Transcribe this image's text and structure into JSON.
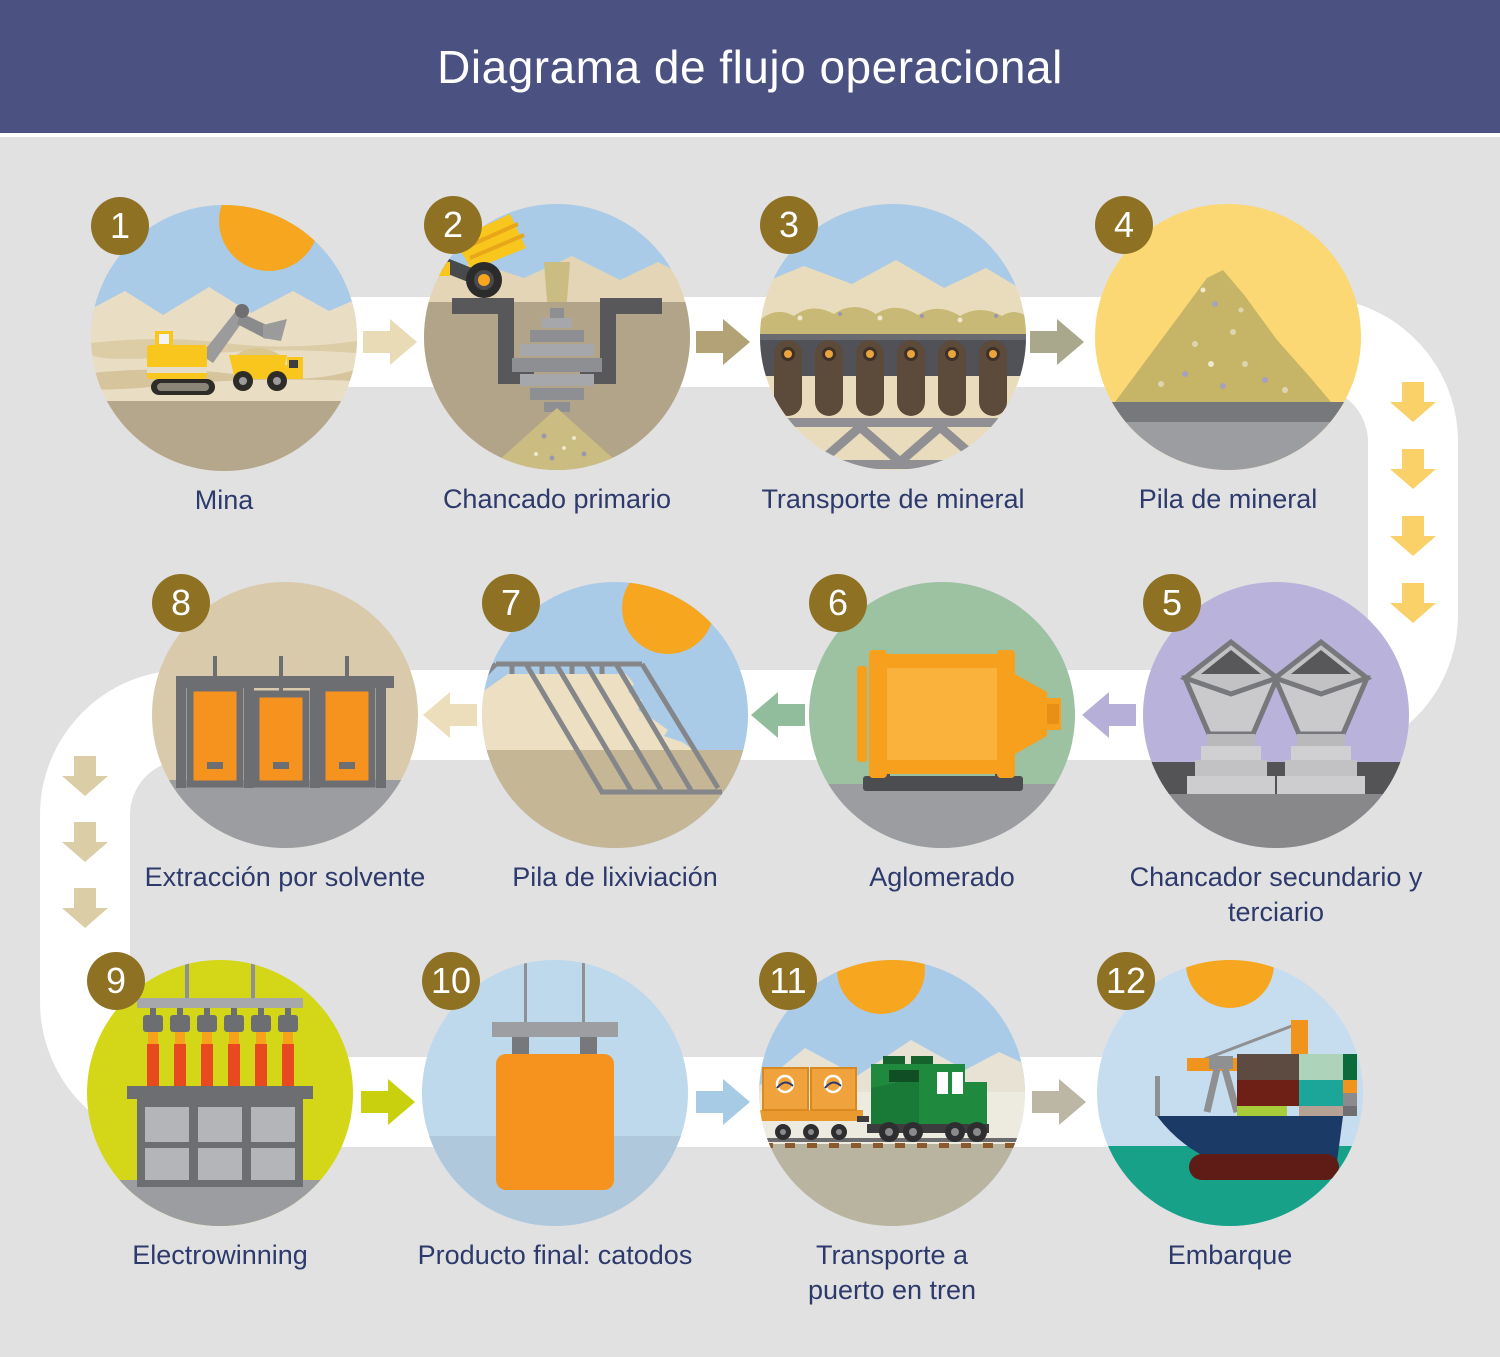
{
  "header": {
    "title": "Diagrama de flujo operacional",
    "bg_color": "#4b5181",
    "text_color": "#ffffff"
  },
  "canvas": {
    "background": "#e1e1e2",
    "flow_band_color": "#ffffff",
    "badge_color": "#8e7123",
    "label_color": "#2d3a6b"
  },
  "steps": [
    {
      "number": "1",
      "label": "Mina",
      "icon": "mine-excavator-dump-truck-icon",
      "theme_color": "#e9ddc3"
    },
    {
      "number": "2",
      "label": "Chancado primario",
      "icon": "primary-crusher-icon",
      "theme_color": "#e3d5b5"
    },
    {
      "number": "3",
      "label": "Transporte de mineral",
      "icon": "conveyor-belt-icon",
      "theme_color": "#e9dcbc"
    },
    {
      "number": "4",
      "label": "Pila de mineral",
      "icon": "ore-stockpile-icon",
      "theme_color": "#fbd873"
    },
    {
      "number": "5",
      "label": "Chancador secundario y\nterciario",
      "icon": "secondary-crusher-icon",
      "theme_color": "#b9b2da"
    },
    {
      "number": "6",
      "label": "Aglomerado",
      "icon": "agglomeration-drum-icon",
      "theme_color": "#9cc2a2"
    },
    {
      "number": "7",
      "label": "Pila de lixiviación",
      "icon": "leach-pile-icon",
      "theme_color": "#a9cbe8"
    },
    {
      "number": "8",
      "label": "Extracción por solvente",
      "icon": "solvent-extraction-tanks-icon",
      "theme_color": "#d8caab"
    },
    {
      "number": "9",
      "label": "Electrowinning",
      "icon": "electrowinning-cells-icon",
      "theme_color": "#d4d618"
    },
    {
      "number": "10",
      "label": "Producto final: catodos",
      "icon": "copper-cathode-icon",
      "theme_color": "#bed8ec"
    },
    {
      "number": "11",
      "label": "Transporte a\npuerto en tren",
      "icon": "freight-train-icon",
      "theme_color": "#a9cbe8"
    },
    {
      "number": "12",
      "label": "Embarque",
      "icon": "cargo-ship-icon",
      "theme_color": "#c6ddef"
    }
  ],
  "arrows": [
    {
      "from": "1",
      "to": "2",
      "direction": "right",
      "color": "#e8dbb6"
    },
    {
      "from": "2",
      "to": "3",
      "direction": "right",
      "color": "#b2a276"
    },
    {
      "from": "3",
      "to": "4",
      "direction": "right",
      "color": "#a9a88d"
    },
    {
      "from": "4",
      "to": "5",
      "direction": "down",
      "color": "#fad168"
    },
    {
      "from": "4",
      "to": "5",
      "direction": "down",
      "color": "#fad168"
    },
    {
      "from": "4",
      "to": "5",
      "direction": "down",
      "color": "#fad168"
    },
    {
      "from": "4",
      "to": "5",
      "direction": "down",
      "color": "#fad168"
    },
    {
      "from": "5",
      "to": "6",
      "direction": "left",
      "color": "#b6b0d8"
    },
    {
      "from": "6",
      "to": "7",
      "direction": "left",
      "color": "#92bd9c"
    },
    {
      "from": "7",
      "to": "8",
      "direction": "left",
      "color": "#ecddbb"
    },
    {
      "from": "8",
      "to": "9",
      "direction": "down",
      "color": "#dbcda5"
    },
    {
      "from": "8",
      "to": "9",
      "direction": "down",
      "color": "#dbcda5"
    },
    {
      "from": "8",
      "to": "9",
      "direction": "down",
      "color": "#dbcda5"
    },
    {
      "from": "9",
      "to": "10",
      "direction": "right",
      "color": "#c9d00e"
    },
    {
      "from": "10",
      "to": "11",
      "direction": "right",
      "color": "#a7cbe5"
    },
    {
      "from": "11",
      "to": "12",
      "direction": "right",
      "color": "#bbb7a4"
    }
  ]
}
